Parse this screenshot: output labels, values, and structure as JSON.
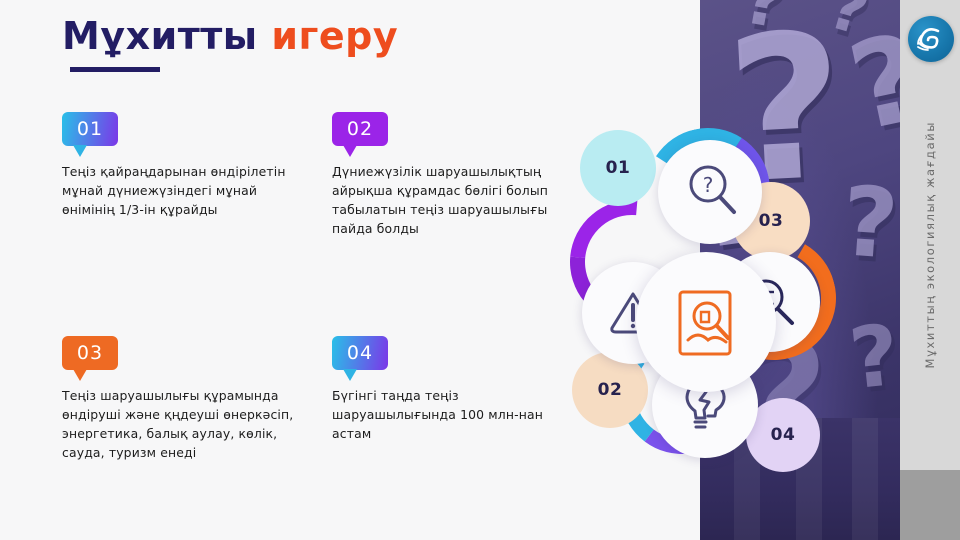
{
  "slide": {
    "title": {
      "part1": "Мұхитты",
      "part2": "игеру"
    },
    "accent_navy": "#231d64",
    "accent_orange": "#ee4d1e",
    "background": "#f7f7f8"
  },
  "rail": {
    "label": "Мұхиттың экологиялық жағдайы",
    "logo_name": "wave-logo",
    "top_color": "#d8d8d8",
    "bottom_color": "#9e9e9e"
  },
  "items": [
    {
      "number": "01",
      "text": "Теңіз қайраңдарынан өндірілетін мұнай дүниежүзіндегі мұнай өнімінің 1/3-ін құрайды",
      "badge_style": "gradient-cyan-purple",
      "badge_from": "#29c0e8",
      "badge_to": "#7c36e8",
      "badge_tail": "#2fb3e4"
    },
    {
      "number": "02",
      "text": "Дүниежүзілік шаруашылықтың айрықша құрамдас бөлігі болып табылатын теңіз шаруашылығы пайда болды",
      "badge_style": "solid-purple",
      "badge_from": "#9b24e8",
      "badge_to": "#9b24e8",
      "badge_tail": "#9b24e8"
    },
    {
      "number": "03",
      "text": "Теңіз шаруашылығы құрамында өндіруші және қңдеуші өнеркәсіп, энергетика, балық аулау, көлік, сауда, туризм енеді",
      "badge_style": "solid-orange",
      "badge_from": "#ee6a23",
      "badge_to": "#ee6a23",
      "badge_tail": "#ee6a23"
    },
    {
      "number": "04",
      "text": "Бүгінгі таңда теңіз шаруашылығында 100 млн-нан астам",
      "badge_style": "gradient-cyan-purple",
      "badge_from": "#29c0e8",
      "badge_to": "#7c36e8",
      "badge_tail": "#2fb3e4"
    }
  ],
  "graphic": {
    "background_motif": "question-marks",
    "circles": [
      {
        "label": "01",
        "fill": "#b9ecf2",
        "icon": "magnifier-question-icon"
      },
      {
        "label": "02",
        "fill": "#f6dcc2",
        "icon": "warning-triangle-icon"
      },
      {
        "label": "03",
        "fill": "#f8ddc3",
        "icon": "magnifier-list-icon"
      },
      {
        "label": "04",
        "fill": "#e2d3f5",
        "icon": "broken-bulb-icon"
      }
    ],
    "center_icon": "document-search-icon",
    "ring_colors": [
      "#2fb3e4",
      "#7c36e8",
      "#9b24e8",
      "#f26d1d"
    ]
  }
}
